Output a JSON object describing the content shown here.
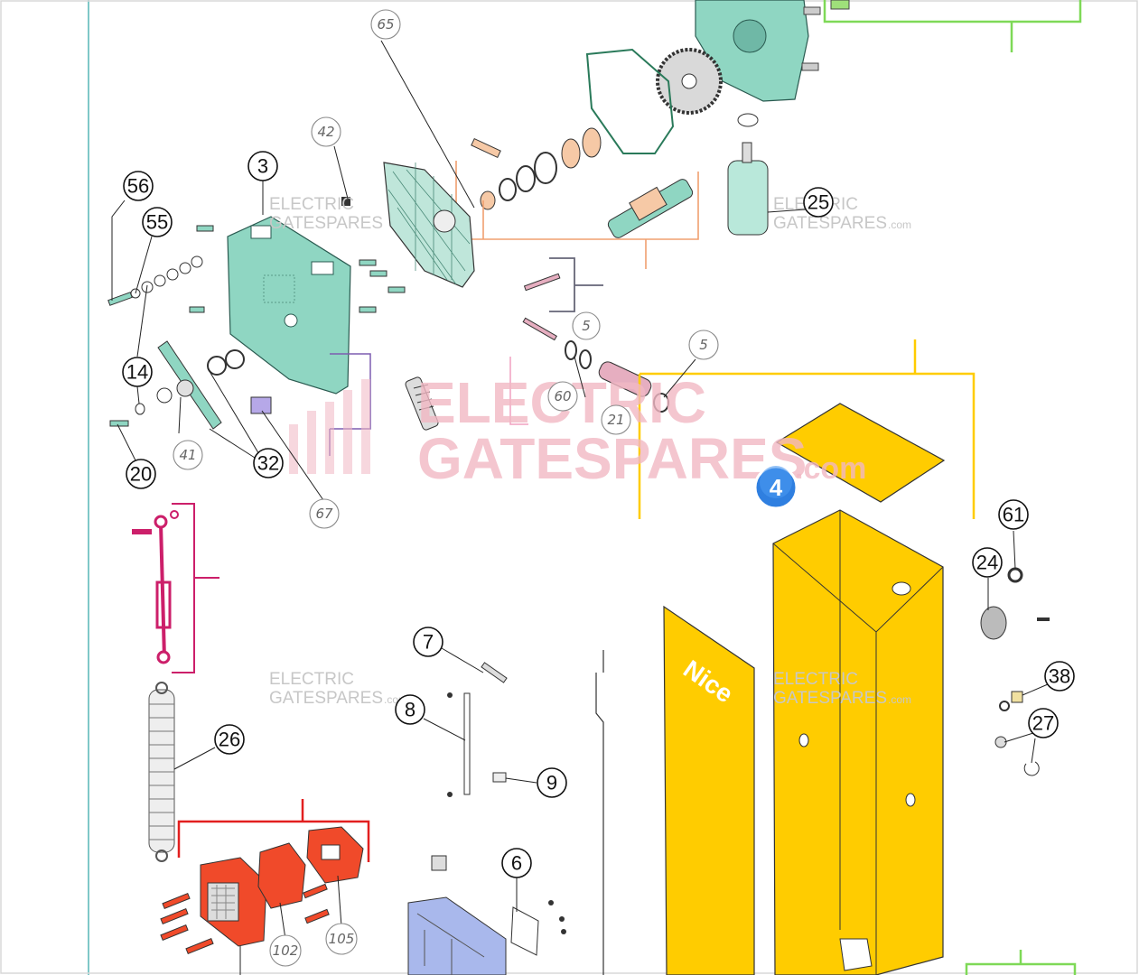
{
  "callouts": {
    "c3": "3",
    "c56": "56",
    "c55": "55",
    "c14": "14",
    "c20": "20",
    "c32": "32",
    "c25": "25",
    "c61": "61",
    "c24": "24",
    "c38": "38",
    "c27": "27",
    "c7": "7",
    "c8": "8",
    "c9": "9",
    "c26": "26",
    "c6": "6"
  },
  "references": {
    "r65": "65",
    "r42": "42",
    "r5a": "5",
    "r5b": "5",
    "r60": "60",
    "r21": "21",
    "r41": "41",
    "r67": "67",
    "r102": "102",
    "r105": "105"
  },
  "badge": {
    "label": "4"
  },
  "watermarks": {
    "line1": "ELECTRIC",
    "line2": "GATESPARES",
    "suffix": ".com"
  },
  "housing_brand": "Nice",
  "colors": {
    "teal": "#8fd6c2",
    "yellow": "#ffcc00",
    "red": "#f04a2a",
    "magenta": "#cc1f6a",
    "blue": "#a9b8ec",
    "orange_bracket": "#f0a070",
    "green_bracket": "#7ed957",
    "frame": "#7fc8c8",
    "badge": "#2f7fe0"
  }
}
